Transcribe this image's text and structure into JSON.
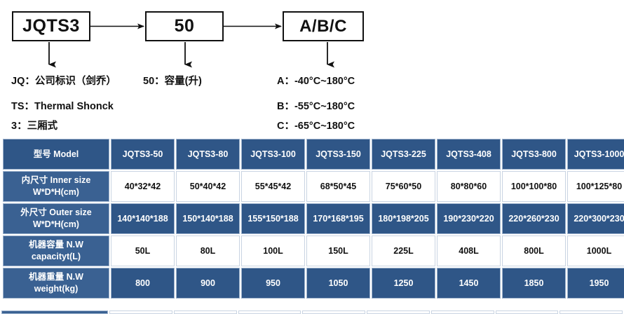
{
  "diagram": {
    "boxes": [
      {
        "name": "model-code",
        "label": "JQTS3"
      },
      {
        "name": "volume-code",
        "label": "50"
      },
      {
        "name": "temperature-code",
        "label": "A/B/C"
      }
    ],
    "legend": {
      "left": [
        "JQ：公司标识（剑乔）",
        "TS：Thermal Shonck",
        "3：三厢式"
      ],
      "middle": [
        "50：容量(升)"
      ],
      "right": [
        "A：-40°C~180°C",
        "B：-55°C~180°C",
        "C：-65°C~180°C"
      ]
    }
  },
  "table": {
    "header": {
      "label": "型号 Model",
      "models": [
        "JQTS3-50",
        "JQTS3-80",
        "JQTS3-100",
        "JQTS3-150",
        "JQTS3-225",
        "JQTS3-408",
        "JQTS3-800",
        "JQTS3-1000"
      ]
    },
    "rows": [
      {
        "name": "inner-size",
        "label_line1": "内尺寸 Inner size",
        "label_line2": "W*D*H(cm)",
        "style": "light",
        "values": [
          "40*32*42",
          "50*40*42",
          "55*45*42",
          "68*50*45",
          "75*60*50",
          "80*80*60",
          "100*100*80",
          "100*125*80"
        ]
      },
      {
        "name": "outer-size",
        "label_line1": "外尺寸 Outer size",
        "label_line2": "W*D*H(cm)",
        "style": "blue",
        "values": [
          "140*140*188",
          "150*140*188",
          "155*150*188",
          "170*168*195",
          "180*198*205",
          "190*230*220",
          "220*260*230",
          "220*300*230"
        ]
      },
      {
        "name": "machine-capacity",
        "label_line1": "机器容量 N.W",
        "label_line2": "capacityt(L)",
        "style": "light",
        "values": [
          "50L",
          "80L",
          "100L",
          "150L",
          "225L",
          "408L",
          "800L",
          "1000L"
        ]
      },
      {
        "name": "machine-weight",
        "label_line1": "机器重量 N.W",
        "label_line2": "weight(kg)",
        "style": "blue",
        "values": [
          "800",
          "900",
          "950",
          "1050",
          "1250",
          "1450",
          "1850",
          "1950"
        ]
      }
    ]
  },
  "colors": {
    "header_blue": "#2f5687",
    "label_blue": "#3a6192",
    "grid_line": "#c9d4e2",
    "text_dark": "#111111",
    "text_light": "#ffffff"
  }
}
